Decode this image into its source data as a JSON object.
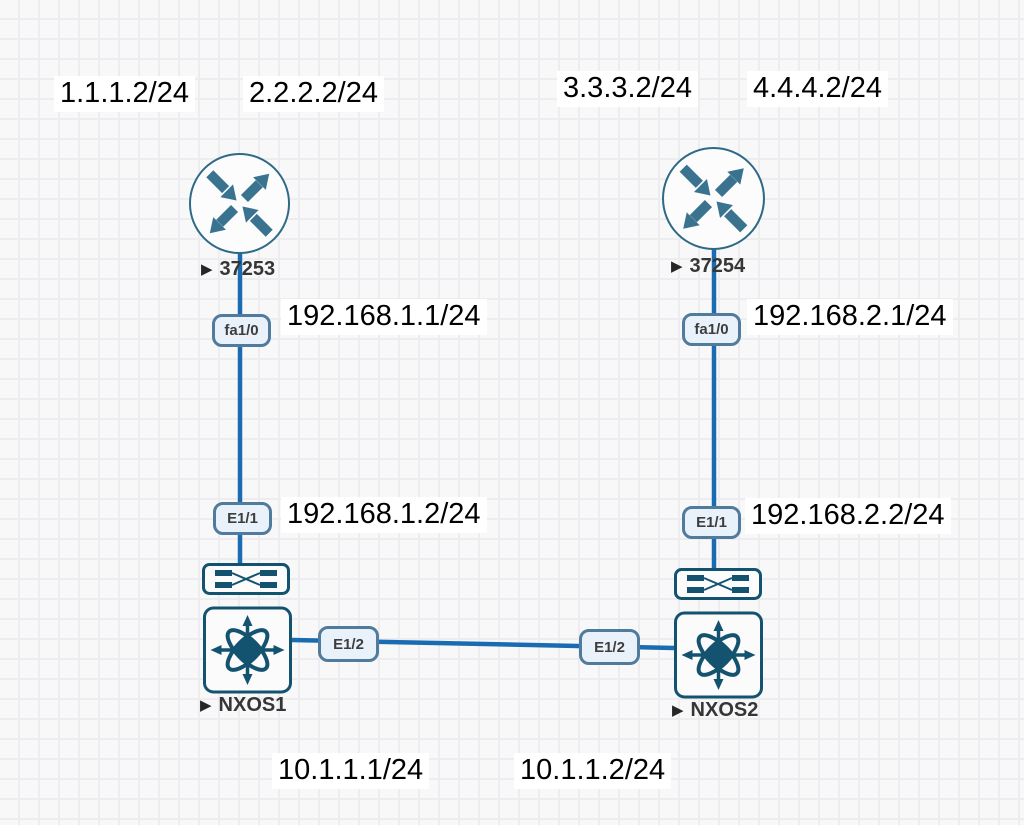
{
  "diagram": {
    "annotations": {
      "lan1": "1.1.1.2/24",
      "lan2": "2.2.2.2/24",
      "lan3": "3.3.3.2/24",
      "lan4": "4.4.4.2/24",
      "r1_fa10_ip": "192.168.1.1/24",
      "sw1_e11_ip": "192.168.1.2/24",
      "r2_fa10_ip": "192.168.2.1/24",
      "sw2_e11_ip": "192.168.2.2/24",
      "p2p_left": "10.1.1.1/24",
      "p2p_right": "10.1.1.2/24"
    },
    "nodes": {
      "router1": {
        "label": "37253",
        "status_glyph": "▶"
      },
      "router2": {
        "label": "37254",
        "status_glyph": "▶"
      },
      "switch1": {
        "label": "NXOS1",
        "status_glyph": "▶"
      },
      "switch2": {
        "label": "NXOS2",
        "status_glyph": "▶"
      }
    },
    "ports": {
      "r1_fa10": "fa1/0",
      "r2_fa10": "fa1/0",
      "sw1_e11": "E1/1",
      "sw2_e11": "E1/1",
      "sw1_e12": "E1/2",
      "sw2_e12": "E1/2"
    },
    "colors": {
      "link": "#1a6cb2",
      "device_icon": "#14536f",
      "router_arrow": "#3a7390",
      "router_outline": "#2e6a86",
      "badge_bg": "#e9f2fb",
      "badge_border": "#507b9c",
      "badge_text": "#3d3d3d",
      "annotation_text": "#000000",
      "annotation_bg": "#ffffff",
      "node_label_text": "#363636",
      "canvas_bg": "#f8f8f9",
      "grid_line": "#ededf1"
    }
  }
}
